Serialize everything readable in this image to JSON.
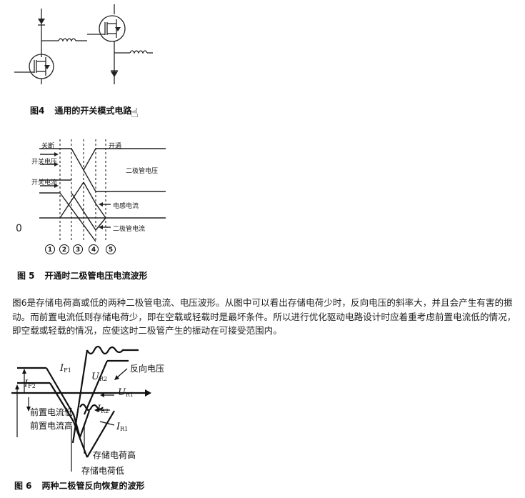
{
  "fig4": {
    "caption_num": "图4",
    "caption_text": "通用的开关模式电路"
  },
  "fig5": {
    "caption_num": "图 5",
    "caption_text": "开通时二极管电压电流波形",
    "labels": {
      "off": "关断",
      "on": "开通",
      "switch_voltage": "开关电压",
      "switch_current": "开关电流",
      "diode_voltage": "二极管电压",
      "inductor_current": "电感电流",
      "diode_current": "二极管电流",
      "zero": "0"
    },
    "steps": [
      "1",
      "2",
      "3",
      "4",
      "5"
    ]
  },
  "paragraph": "图6是存储电荷高或低的两种二极管电流、电压波形。从图中可以看出存储电荷少时，反向电压的斜率大，并且会产生有害的振动。而前置电流低则存储电荷少，即在空载或轻载时是最坏条件。所以进行优化驱动电路设计时应着重考虑前置电流低的情况，即空载或轻载的情况，应使这时二极管产生的振动在可接受范围内。",
  "fig6": {
    "caption_num": "图 6",
    "caption_text": "两种二极管反向恢复的波形",
    "labels": {
      "if1_main": "I",
      "if1_sub": "F1",
      "if2_main": "I",
      "if2_sub": "F2",
      "ur2_main": "U",
      "ur2_sub": "R2",
      "ur1_main": "U",
      "ur1_sub": "R1",
      "ir2_main": "I",
      "ir2_sub": "R2",
      "ir1_main": "I",
      "ir1_sub": "R1",
      "reverse_voltage": "反向电压",
      "low_forward_current": "前置电流低",
      "high_forward_current": "前置电流高",
      "high_stored_charge": "存储电荷高",
      "low_stored_charge": "存储电荷低"
    }
  }
}
